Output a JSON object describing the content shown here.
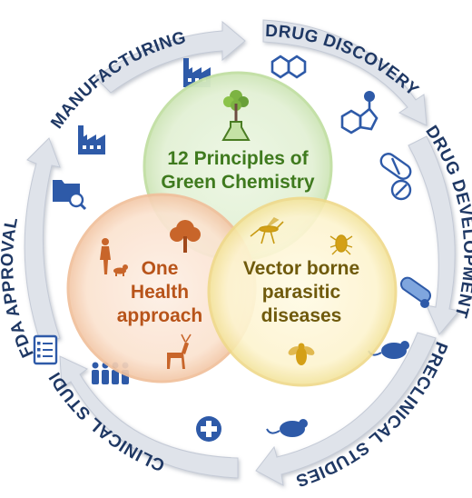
{
  "stages": [
    {
      "label": "DRUG DISCOVERY",
      "icon": "molecule-icon"
    },
    {
      "label": "DRUG DEVELOPMENT",
      "icon": "pills-icon"
    },
    {
      "label": "PRECLINICAL STUDIES",
      "icon": "mouse-icon"
    },
    {
      "label": "CLINICAL STUDIES",
      "icon": "medical-cross-icon"
    },
    {
      "label": "FDA APPROVAL",
      "icon": "checklist-icon"
    },
    {
      "label": "MANUFACTURING",
      "icon": "factory-icon"
    }
  ],
  "circles": {
    "green": {
      "line1": "12 Principles of",
      "line2": "Green Chemistry",
      "color": "#3f7a1e"
    },
    "orange": {
      "line1": "One",
      "line2": "Health",
      "line3": "approach",
      "color": "#b8541a"
    },
    "yellow": {
      "line1": "Vector borne",
      "line2": "parasitic",
      "line3": "diseases",
      "color": "#6f5a0c"
    }
  },
  "colors": {
    "ring": "#dde2ea",
    "text": "#1f3864",
    "icon": "#2e5aa8"
  }
}
